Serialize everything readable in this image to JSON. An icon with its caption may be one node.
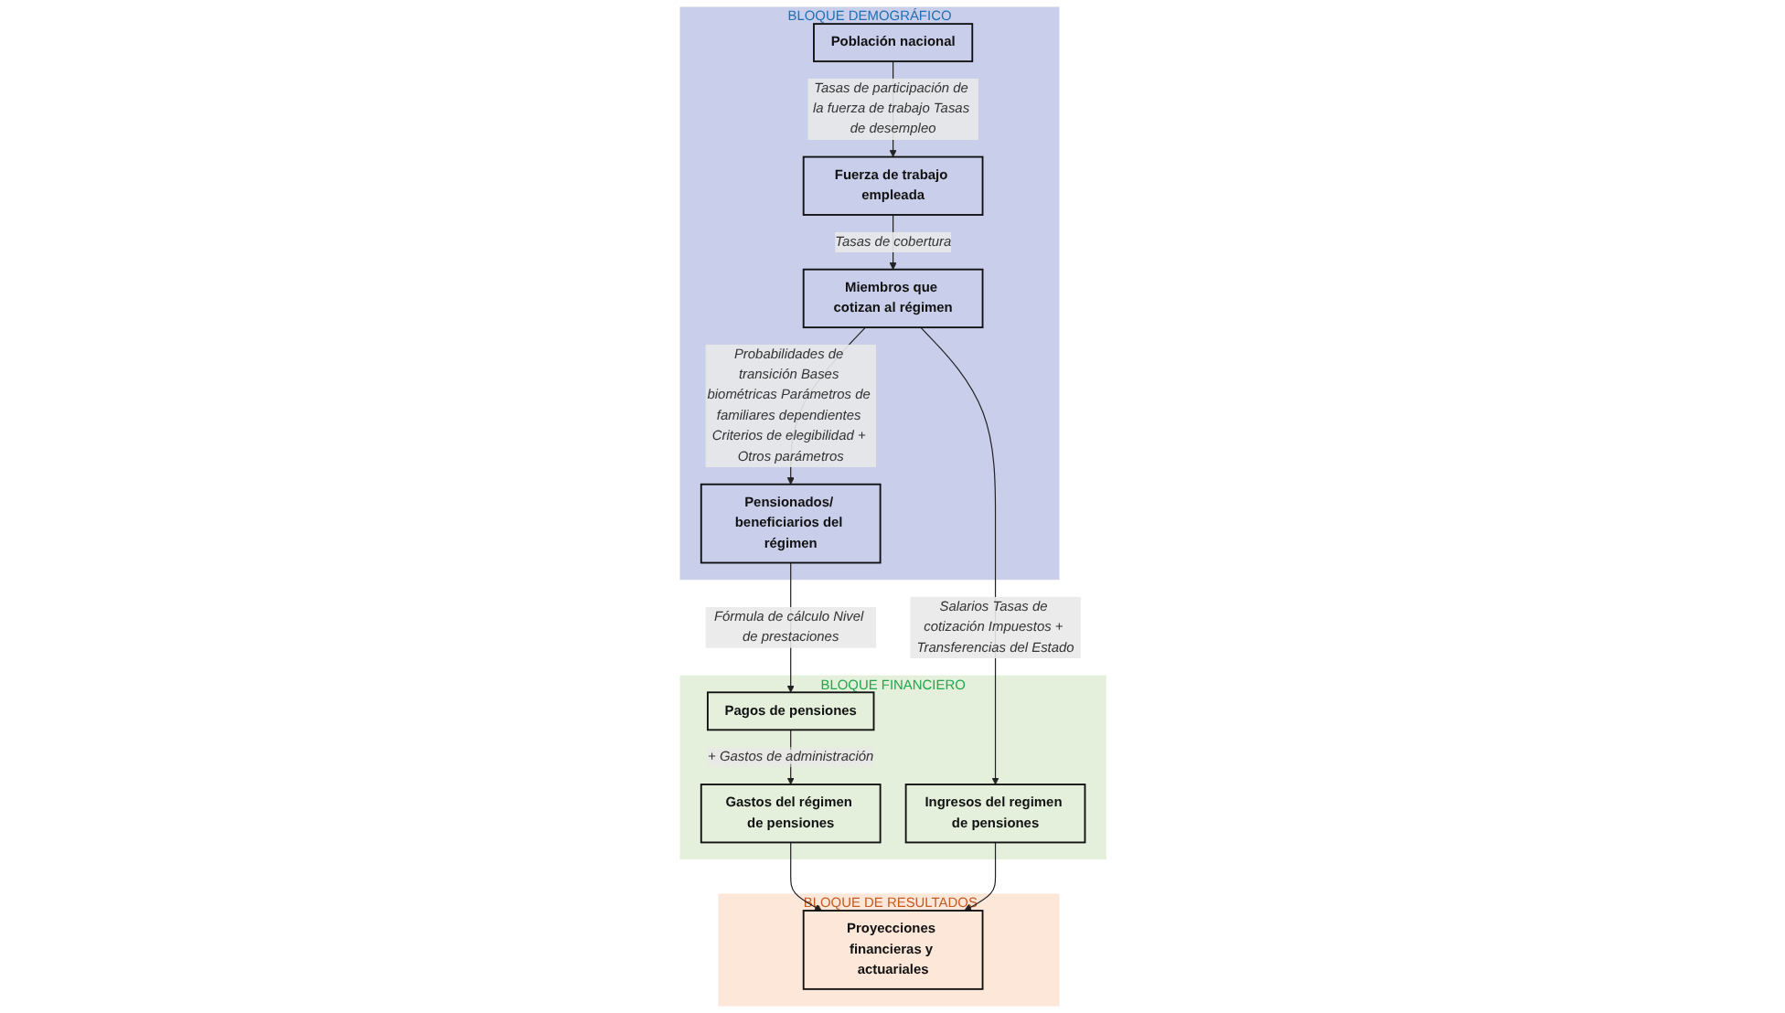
{
  "diagram": {
    "nodes": [
      {
        "text": [
          "BLOQUE DEMOGRÁFICO"
        ]
      },
      {
        "text": [
          "Población nacional"
        ],
        "in": 0
      },
      {
        "text": [
          "Fuerza de trabajo empleada"
        ],
        "in": 0
      },
      {
        "text": [
          "Miembros que cotizan al régimen"
        ],
        "in": 0
      },
      {
        "text": [
          "Pensionados/ beneficiarios del régimen"
        ],
        "in": 0
      },
      {
        "text": [
          "BLOQUE FINANCIERO"
        ]
      },
      {
        "text": [
          "Pagos de pensiones"
        ],
        "in": 5
      },
      {
        "text": [
          "Gastos del régimen de pensiones"
        ],
        "in": 5
      },
      {
        "text": [
          "Ingresos del regimen de pensiones"
        ],
        "in": 5
      },
      {
        "text": [
          "BLOQUE DE RESULTADOS"
        ]
      },
      {
        "text": [
          "Proyecciones financieras y actuariales"
        ],
        "in": 9
      }
    ],
    "edges": [
      {
        "from": 1,
        "to": 2,
        "arrow": "to",
        "label": "Tasas de participación de la fuerza de trabajo Tasas de desempleo"
      },
      {
        "from": 2,
        "to": 3,
        "arrow": "to",
        "label": "Tasas de cobertura"
      },
      {
        "from": 3,
        "to": 4,
        "arrow": "to",
        "label": "Probabilidades de transición Bases biométricas Parámetros de familiares dependientes Criterios de elegibilidad + Otros parámetros"
      },
      {
        "from": 4,
        "to": 6,
        "arrow": "to",
        "label": "Fórmula de cálculo Nivel de prestaciones"
      },
      {
        "from": 6,
        "to": 7,
        "arrow": "to",
        "label": "+ Gastos de administración"
      },
      {
        "from": 3,
        "to": 8,
        "arrow": "to",
        "label": "Salarios Tasas de cotización Impuestos + Transferencias del Estado"
      },
      {
        "from": 7,
        "to": 10,
        "arrow": "to"
      },
      {
        "from": 8,
        "to": 10,
        "arrow": "to"
      }
    ]
  }
}
